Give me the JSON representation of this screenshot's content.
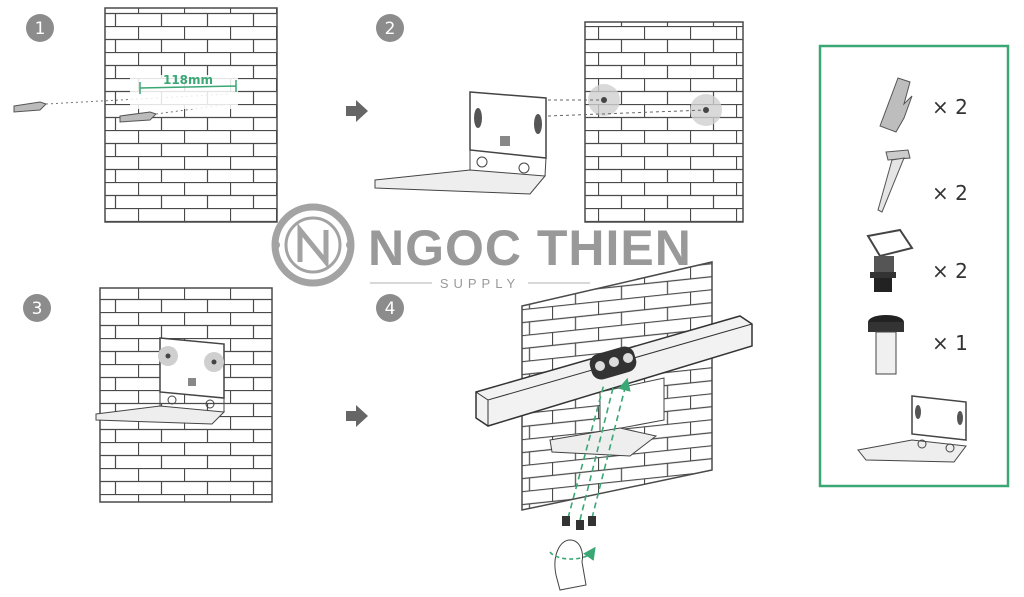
{
  "steps": [
    {
      "number": "1"
    },
    {
      "number": "2"
    },
    {
      "number": "3"
    },
    {
      "number": "4"
    }
  ],
  "step1": {
    "dimension_label": "118mm"
  },
  "parts_box": {
    "border_color": "#3aa775",
    "items": [
      {
        "icon": "wall-anchor-icon",
        "quantity": "× 2"
      },
      {
        "icon": "screw-icon",
        "quantity": "× 2"
      },
      {
        "icon": "tripod-screw-icon",
        "quantity": "× 2"
      },
      {
        "icon": "thumb-screw-icon",
        "quantity": "× 1"
      },
      {
        "icon": "wall-bracket-icon",
        "quantity": ""
      }
    ]
  },
  "watermark": {
    "title": "NGOC THIEN",
    "subtitle": "SUPPLY"
  },
  "colors": {
    "accent": "#3aa775",
    "step_badge": "#8c8c8c",
    "line": "#4a4a4a"
  }
}
